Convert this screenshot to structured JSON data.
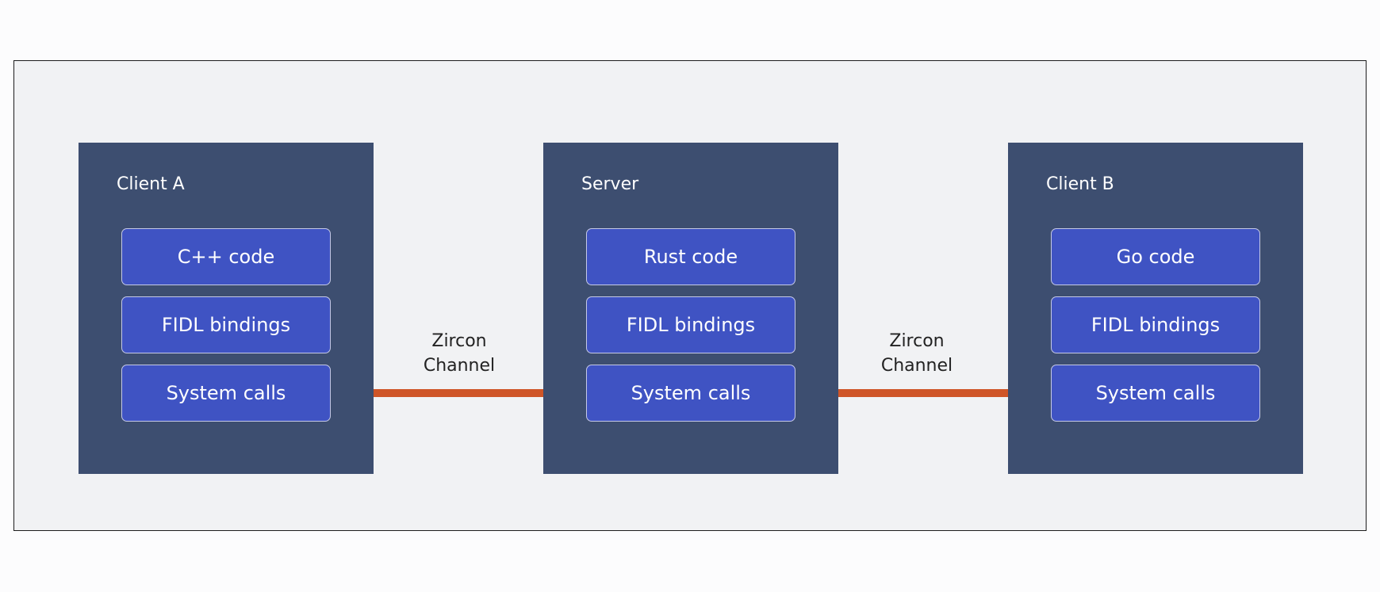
{
  "panels": [
    {
      "title": "Client A",
      "blocks": [
        "C++ code",
        "FIDL bindings",
        "System calls"
      ]
    },
    {
      "title": "Server",
      "blocks": [
        "Rust code",
        "FIDL bindings",
        "System calls"
      ]
    },
    {
      "title": "Client B",
      "blocks": [
        "Go code",
        "FIDL bindings",
        "System calls"
      ]
    }
  ],
  "channels": [
    {
      "line1": "Zircon",
      "line2": "Channel"
    },
    {
      "line1": "Zircon",
      "line2": "Channel"
    }
  ],
  "colors": {
    "panel": "#3d4e70",
    "block": "#3f53c3",
    "channel": "#cf5528",
    "background": "#f1f2f4"
  }
}
